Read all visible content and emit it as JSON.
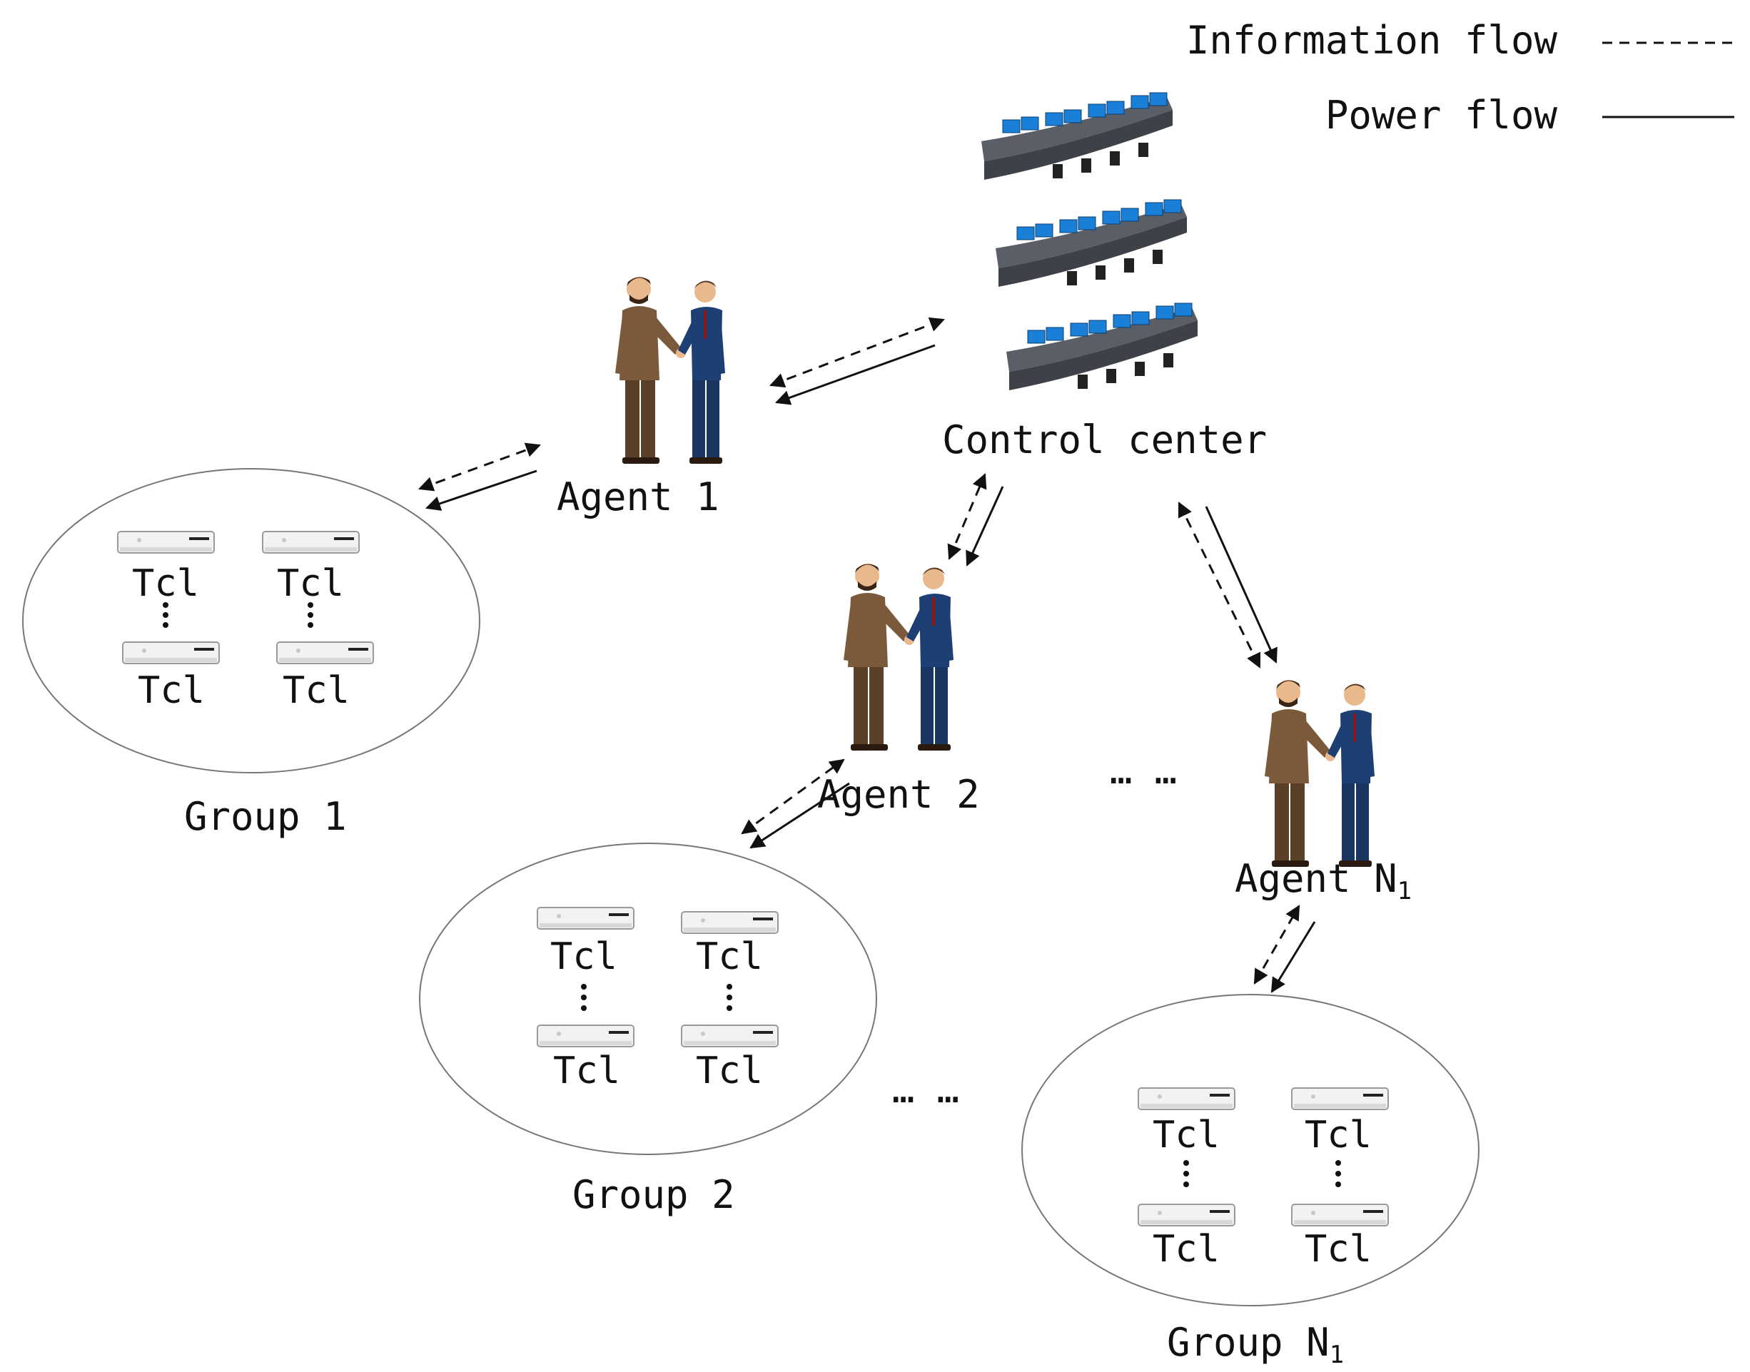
{
  "legend": {
    "information_flow": "Information flow",
    "power_flow": "Power flow"
  },
  "control_center": {
    "label": "Control center"
  },
  "agents": [
    {
      "label": "Agent 1"
    },
    {
      "label": "Agent 2"
    },
    {
      "label_main": "Agent N",
      "label_sub": "1"
    }
  ],
  "groups": [
    {
      "label": "Group 1",
      "units": [
        "Tcl",
        "Tcl",
        "Tcl",
        "Tcl"
      ]
    },
    {
      "label": "Group 2",
      "units": [
        "Tcl",
        "Tcl",
        "Tcl",
        "Tcl"
      ]
    },
    {
      "label_main": "Group N",
      "label_sub": "1",
      "units": [
        "Tcl",
        "Tcl",
        "Tcl",
        "Tcl"
      ]
    }
  ],
  "ellipsis_marks": [
    "… …",
    "… …"
  ],
  "colors": {
    "suit_brown": "#7a5a3a",
    "suit_blue": "#1d3f73",
    "screen_blue": "#1a7fd6",
    "console_gray": "#5a5e66"
  }
}
